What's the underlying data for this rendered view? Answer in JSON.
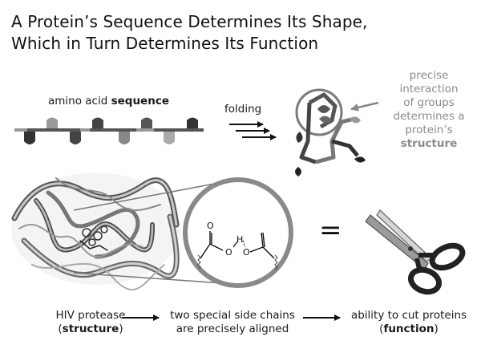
{
  "title": {
    "line1": "A Protein’s Sequence Determines Its Shape,",
    "line2": "Which in Turn Determines Its Function"
  },
  "sequence_label": {
    "prefix": "amino acid ",
    "bold": "sequence"
  },
  "folding_label": "folding",
  "interaction_text": {
    "line1": "precise",
    "line2": "interaction",
    "line3": "of groups",
    "line4": "determines a",
    "line5": "protein’s",
    "line6": "structure"
  },
  "atoms": {
    "oxygen_1": "O",
    "oxygen_2": "O",
    "oxygen_3": "O",
    "hydrogen": "H"
  },
  "equals_sign": "=",
  "bottom_row": {
    "structure": {
      "line1": "HIV protease",
      "open": "(",
      "bold": "structure",
      "close": ")"
    },
    "alignment": {
      "line1": "two special side chains",
      "line2": "are precisely aligned"
    },
    "function": {
      "line1": "ability to cut proteins",
      "open": "(",
      "bold": "function",
      "close": ")"
    }
  },
  "colors": {
    "dark": "#333333",
    "medium": "#777777",
    "light": "#a8a8a8",
    "background": "#ffffff"
  },
  "icons": [
    "folding-arrows-icon",
    "pointer-arrow-icon",
    "ribbon-protein-image",
    "magnifier-circle-icon",
    "scissors-icon",
    "right-arrow-icon"
  ]
}
